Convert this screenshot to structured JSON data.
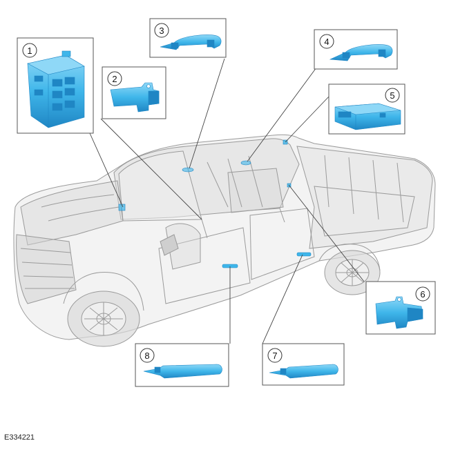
{
  "figure_id": "E334221",
  "colors": {
    "part": "#3fb6ea",
    "part_dark": "#1f86c4",
    "part_light": "#8fd8f7",
    "truck_line": "#9a9a9a",
    "truck_fill": "#e2e2e2",
    "box_border": "#555555",
    "leader": "#444444"
  },
  "callouts": [
    {
      "number": "1",
      "icon": "body-control-module-icon"
    },
    {
      "number": "2",
      "icon": "bracket-module-icon"
    },
    {
      "number": "3",
      "icon": "grab-handle-icon"
    },
    {
      "number": "4",
      "icon": "grab-handle-icon"
    },
    {
      "number": "5",
      "icon": "control-module-icon"
    },
    {
      "number": "6",
      "icon": "bracket-module-icon"
    },
    {
      "number": "7",
      "icon": "door-handle-icon"
    },
    {
      "number": "8",
      "icon": "door-handle-icon"
    }
  ]
}
